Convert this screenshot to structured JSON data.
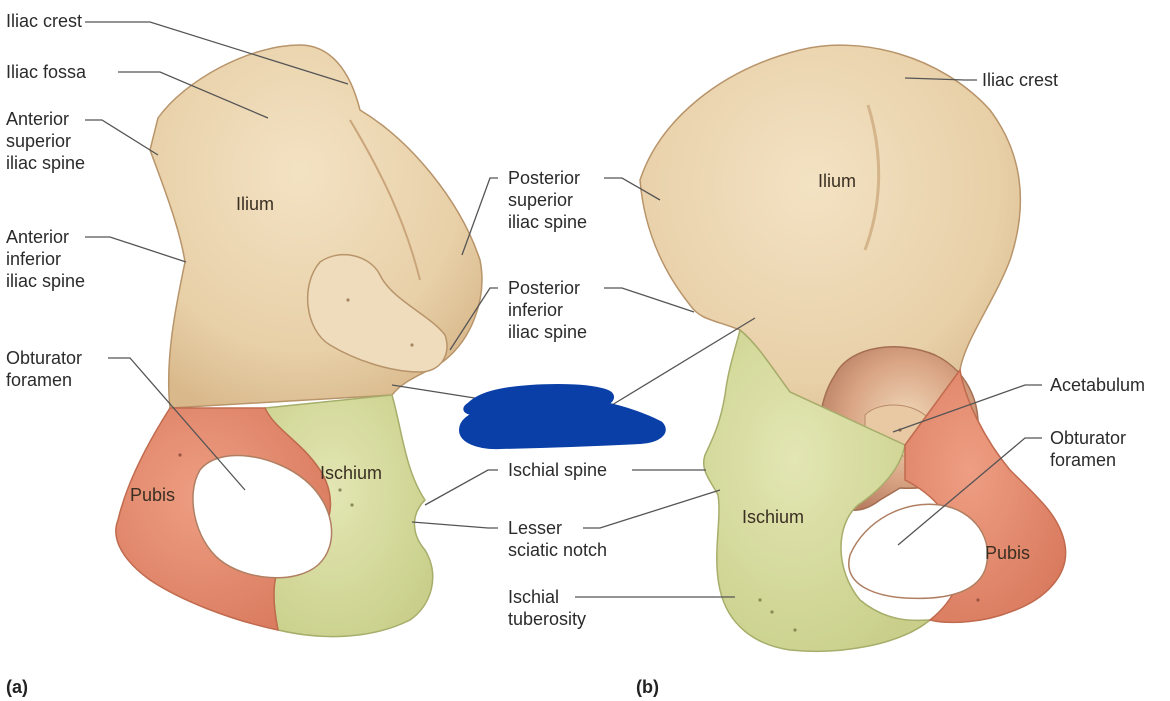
{
  "panel_a": {
    "letter": "(a)",
    "labels": {
      "iliac_crest": "Iliac crest",
      "iliac_fossa": "Iliac fossa",
      "asis": [
        "Anterior",
        "superior",
        "iliac spine"
      ],
      "aiis": [
        "Anterior",
        "inferior",
        "iliac spine"
      ],
      "obturator_foramen": [
        "Obturator",
        "foramen"
      ],
      "ilium": "Ilium",
      "ischium": "Ischium",
      "pubis": "Pubis"
    }
  },
  "center": {
    "psis": [
      "Posterior",
      "superior",
      "iliac spine"
    ],
    "piis": [
      "Posterior",
      "inferior",
      "iliac spine"
    ],
    "ischial_spine": "Ischial spine",
    "lesser_sciatic_notch": [
      "Lesser",
      "sciatic notch"
    ],
    "ischial_tuberosity": [
      "Ischial",
      "tuberosity"
    ]
  },
  "panel_b": {
    "letter": "(b)",
    "labels": {
      "iliac_crest": "Iliac crest",
      "acetabulum": "Acetabulum",
      "obturator_foramen": [
        "Obturator",
        "foramen"
      ],
      "ilium": "Ilium",
      "ischium": "Ischium",
      "pubis": "Pubis"
    }
  },
  "colors": {
    "ilium": "#e9d2ac",
    "ischium": "#d3d99a",
    "pubis": "#e58f72",
    "leader_line": "#555555",
    "redaction": "#0a3fa8"
  }
}
